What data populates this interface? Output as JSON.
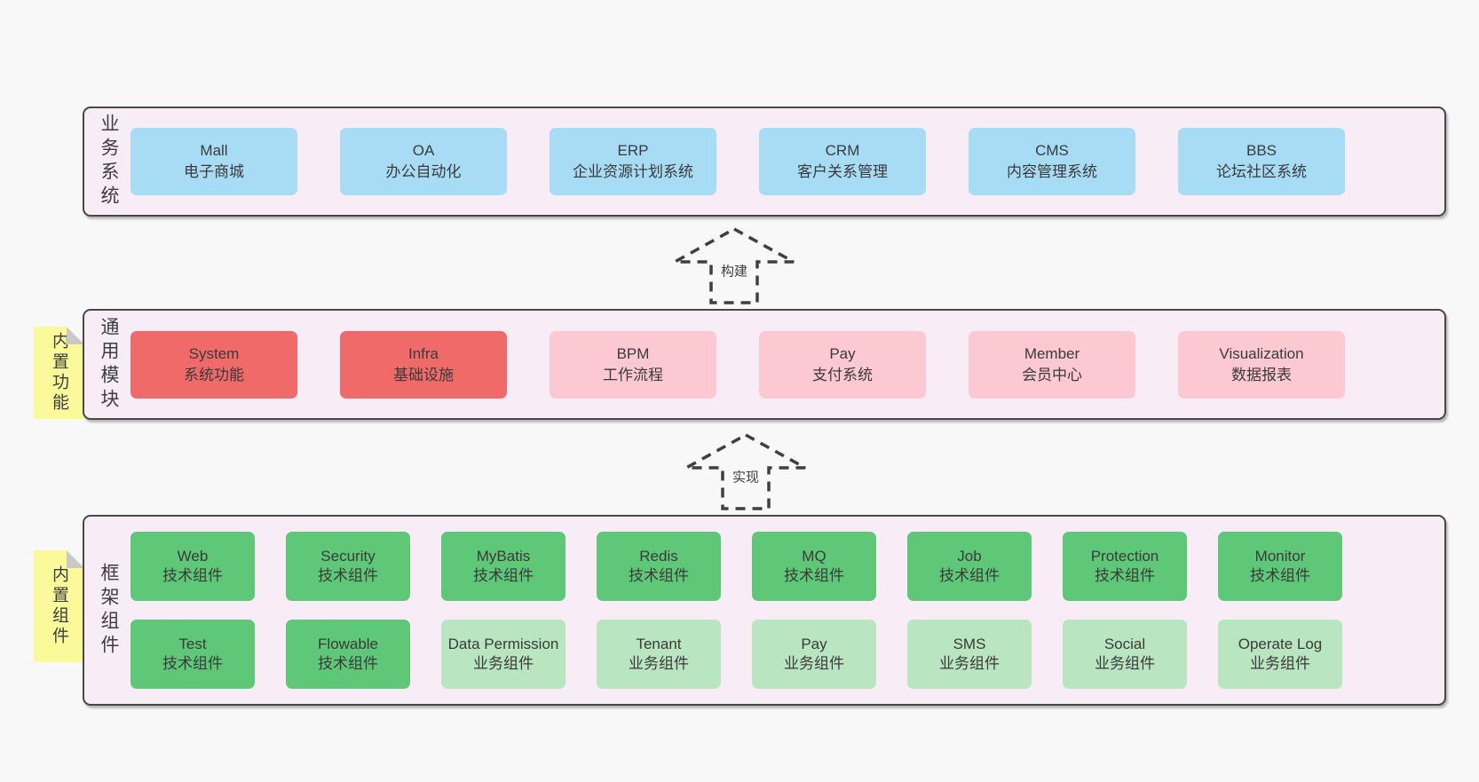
{
  "colors": {
    "page_bg": "#f8f8f8",
    "layer_bg": "#f8edf6",
    "layer_border": "#474747",
    "blue": "#a8dcf5",
    "red": "#f06a6a",
    "pink": "#fcc9d2",
    "green": "#5fc878",
    "green_light": "#b9e5c1",
    "note_yellow": "#fafa9b",
    "text": "#3a3a3a"
  },
  "layers": [
    {
      "title": "业务系统",
      "items": [
        {
          "name": "Mall",
          "desc": "电子商城",
          "variant": "blue"
        },
        {
          "name": "OA",
          "desc": "办公自动化",
          "variant": "blue"
        },
        {
          "name": "ERP",
          "desc": "企业资源计划系统",
          "variant": "blue"
        },
        {
          "name": "CRM",
          "desc": "客户关系管理",
          "variant": "blue"
        },
        {
          "name": "CMS",
          "desc": "内容管理系统",
          "variant": "blue"
        },
        {
          "name": "BBS",
          "desc": "论坛社区系统",
          "variant": "blue"
        }
      ]
    },
    {
      "title": "通用模块",
      "note": "内置功能",
      "items": [
        {
          "name": "System",
          "desc": "系统功能",
          "variant": "red"
        },
        {
          "name": "Infra",
          "desc": "基础设施",
          "variant": "red"
        },
        {
          "name": "BPM",
          "desc": "工作流程",
          "variant": "pink"
        },
        {
          "name": "Pay",
          "desc": "支付系统",
          "variant": "pink"
        },
        {
          "name": "Member",
          "desc": "会员中心",
          "variant": "pink"
        },
        {
          "name": "Visualization",
          "desc": "数据报表",
          "variant": "pink"
        }
      ]
    },
    {
      "title": "框架组件",
      "note": "内置组件",
      "rows": [
        [
          {
            "name": "Web",
            "desc": "技术组件",
            "variant": "green"
          },
          {
            "name": "Security",
            "desc": "技术组件",
            "variant": "green"
          },
          {
            "name": "MyBatis",
            "desc": "技术组件",
            "variant": "green"
          },
          {
            "name": "Redis",
            "desc": "技术组件",
            "variant": "green"
          },
          {
            "name": "MQ",
            "desc": "技术组件",
            "variant": "green"
          },
          {
            "name": "Job",
            "desc": "技术组件",
            "variant": "green"
          },
          {
            "name": "Protection",
            "desc": "技术组件",
            "variant": "green"
          },
          {
            "name": "Monitor",
            "desc": "技术组件",
            "variant": "green"
          }
        ],
        [
          {
            "name": "Test",
            "desc": "技术组件",
            "variant": "green"
          },
          {
            "name": "Flowable",
            "desc": "技术组件",
            "variant": "green"
          },
          {
            "name": "Data Permission",
            "desc": "业务组件",
            "variant": "green_light"
          },
          {
            "name": "Tenant",
            "desc": "业务组件",
            "variant": "green_light"
          },
          {
            "name": "Pay",
            "desc": "业务组件",
            "variant": "green_light"
          },
          {
            "name": "SMS",
            "desc": "业务组件",
            "variant": "green_light"
          },
          {
            "name": "Social",
            "desc": "业务组件",
            "variant": "green_light"
          },
          {
            "name": "Operate Log",
            "desc": "业务组件",
            "variant": "green_light"
          }
        ]
      ]
    }
  ],
  "arrows": [
    {
      "label": "构建"
    },
    {
      "label": "实现"
    }
  ]
}
